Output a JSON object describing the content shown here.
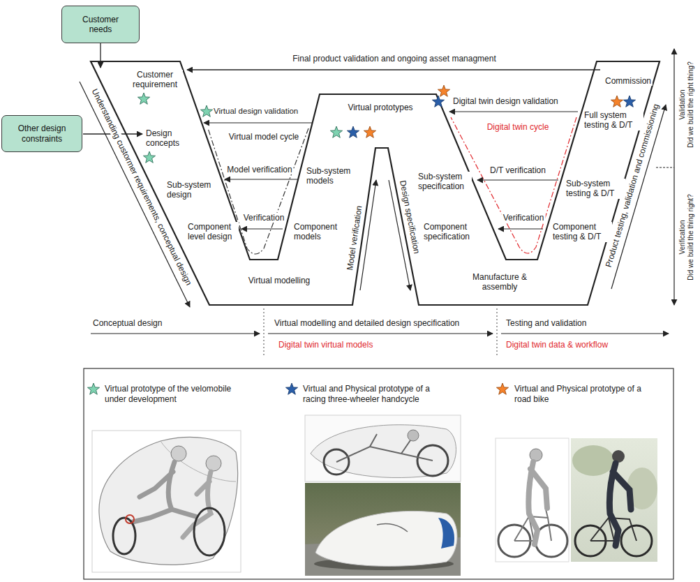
{
  "diagram": {
    "nodes": [
      {
        "text": [
          "Customer needs"
        ]
      },
      {
        "text": [
          "Other design constraints"
        ]
      }
    ],
    "labels": [
      "Customer requirement",
      "Final product validation and ongoing asset managment",
      "Commission",
      "Design concepts",
      "Virtual design validation",
      "Virtual prototypes",
      "Digital twin design validation",
      "Full system testing & D/T",
      "Virtual model cycle",
      "Digital twin cycle",
      "Validation",
      "Did we build the right thing?",
      "Sub-system design",
      "Model verification",
      "Sub-system models",
      "Sub-system specification",
      "D/T verification",
      "Sub-system testing & D/T",
      "Verification",
      "Did we build the thing right?",
      "Understanding custormer requirements, conceptual design",
      "Verification",
      "Component level design",
      "Component models",
      "Model verification",
      "Design specification",
      "Component specification",
      "Verification",
      "Component testing & D/T",
      "Product testing, validation and commissioning",
      "Virtual modelling",
      "Manufacture & assembly",
      "Conceptual design",
      "Virtual modelling and detailed design specification",
      "Testing and validation",
      "Digital twin virtual models",
      "Digital twin data & workflow"
    ],
    "legend": [
      {
        "text": "Virtual prototype of the velomobile under development"
      },
      {
        "text": "Virtual and Physical prototype of a racing three-wheeler handcycle"
      },
      {
        "text": "Virtual and Physical prototype of a road bike"
      }
    ]
  }
}
